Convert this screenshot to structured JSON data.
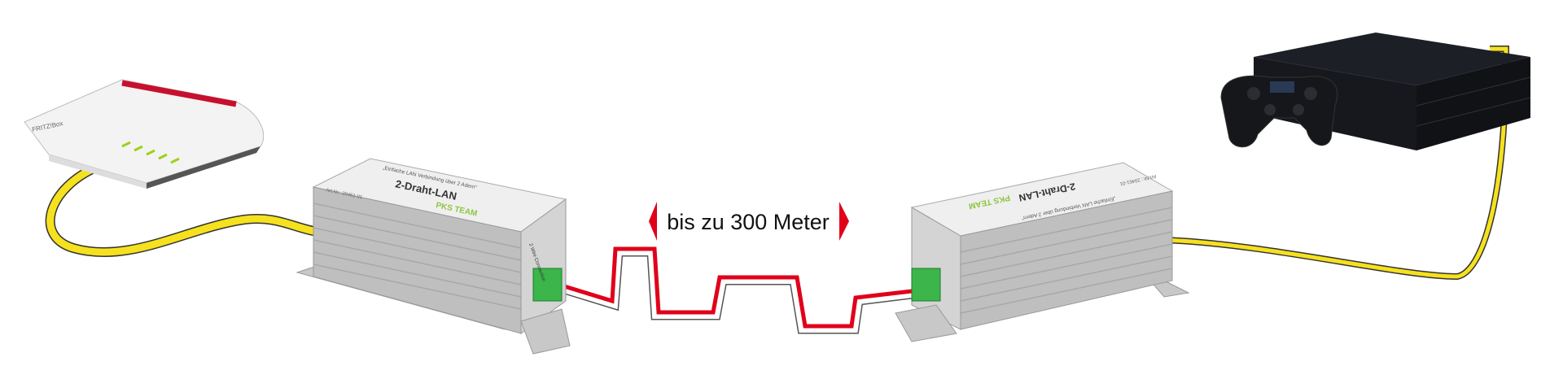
{
  "distance_label": "bis zu 300 Meter",
  "router": {
    "brand": "FRITZ!Box"
  },
  "device": {
    "product_name": "2-Draht-LAN",
    "tagline": "„Einfache LAN Verbindung über 2 Adern“",
    "article_no": "Art.Nr.: 20461-01",
    "brand": "PKS TEAM",
    "connector_label": "2 Wire Connection"
  },
  "colors": {
    "lan_cable": "#f5e11e",
    "wire_red": "#e0001a",
    "arrow": "#e0001a",
    "logo_green": "#8cc63f",
    "terminal_green": "#3cb54a"
  }
}
